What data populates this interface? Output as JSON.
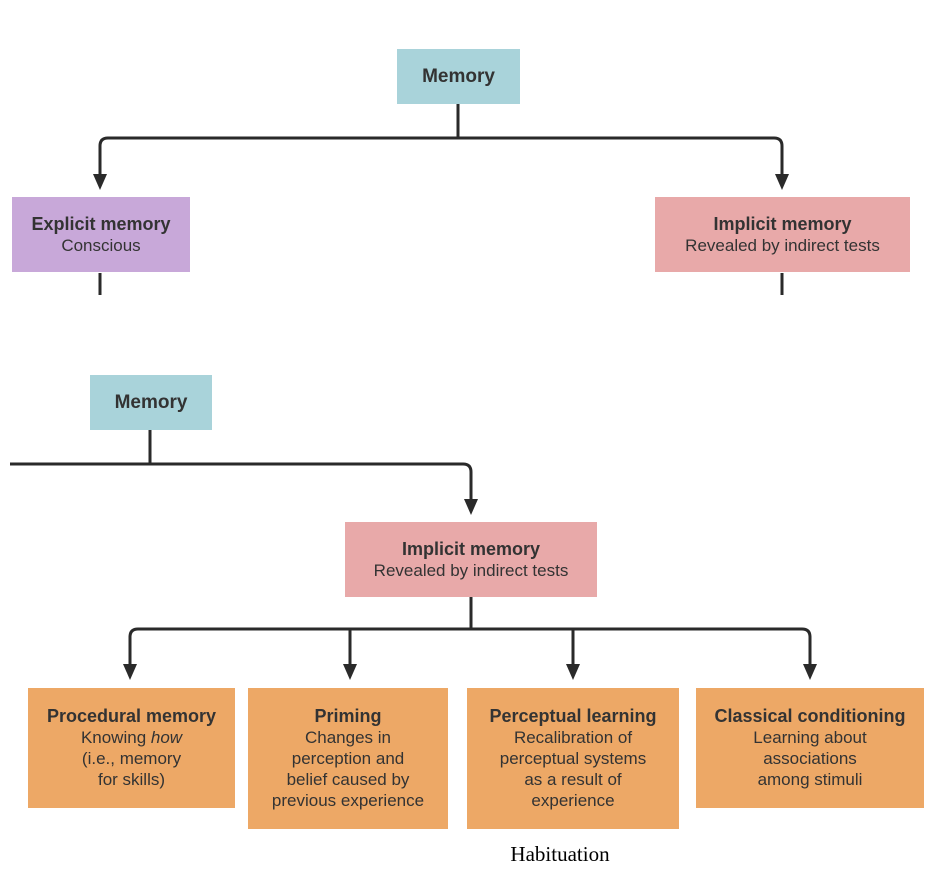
{
  "top_diagram": {
    "root": {
      "title": "Memory"
    },
    "explicit": {
      "title": "Explicit memory",
      "subtitle": "Conscious"
    },
    "implicit": {
      "title": "Implicit memory",
      "subtitle": "Revealed by indirect tests"
    }
  },
  "bottom_diagram": {
    "root": {
      "title": "Memory"
    },
    "implicit": {
      "title": "Implicit memory",
      "subtitle": "Revealed by indirect tests"
    },
    "children": [
      {
        "title": "Procedural memory",
        "line1_prefix": "Knowing ",
        "line1_italic": "how",
        "line2": "(i.e., memory",
        "line3": "for skills)"
      },
      {
        "title": "Priming",
        "line1": "Changes in",
        "line2": "perception and",
        "line3": "belief caused by",
        "line4": "previous experience"
      },
      {
        "title": "Perceptual learning",
        "line1": "Recalibration of",
        "line2": "perceptual systems",
        "line3": "as a result of",
        "line4": "experience"
      },
      {
        "title": "Classical conditioning",
        "line1": "Learning about",
        "line2": "associations",
        "line3": "among stimuli"
      }
    ]
  },
  "caption": "Habituation",
  "colors": {
    "memory_box": "#a9d3da",
    "explicit_box": "#c8a8d9",
    "implicit_box": "#e8a9a9",
    "subtype_box": "#eda866",
    "connector": "#2a2a2a"
  }
}
